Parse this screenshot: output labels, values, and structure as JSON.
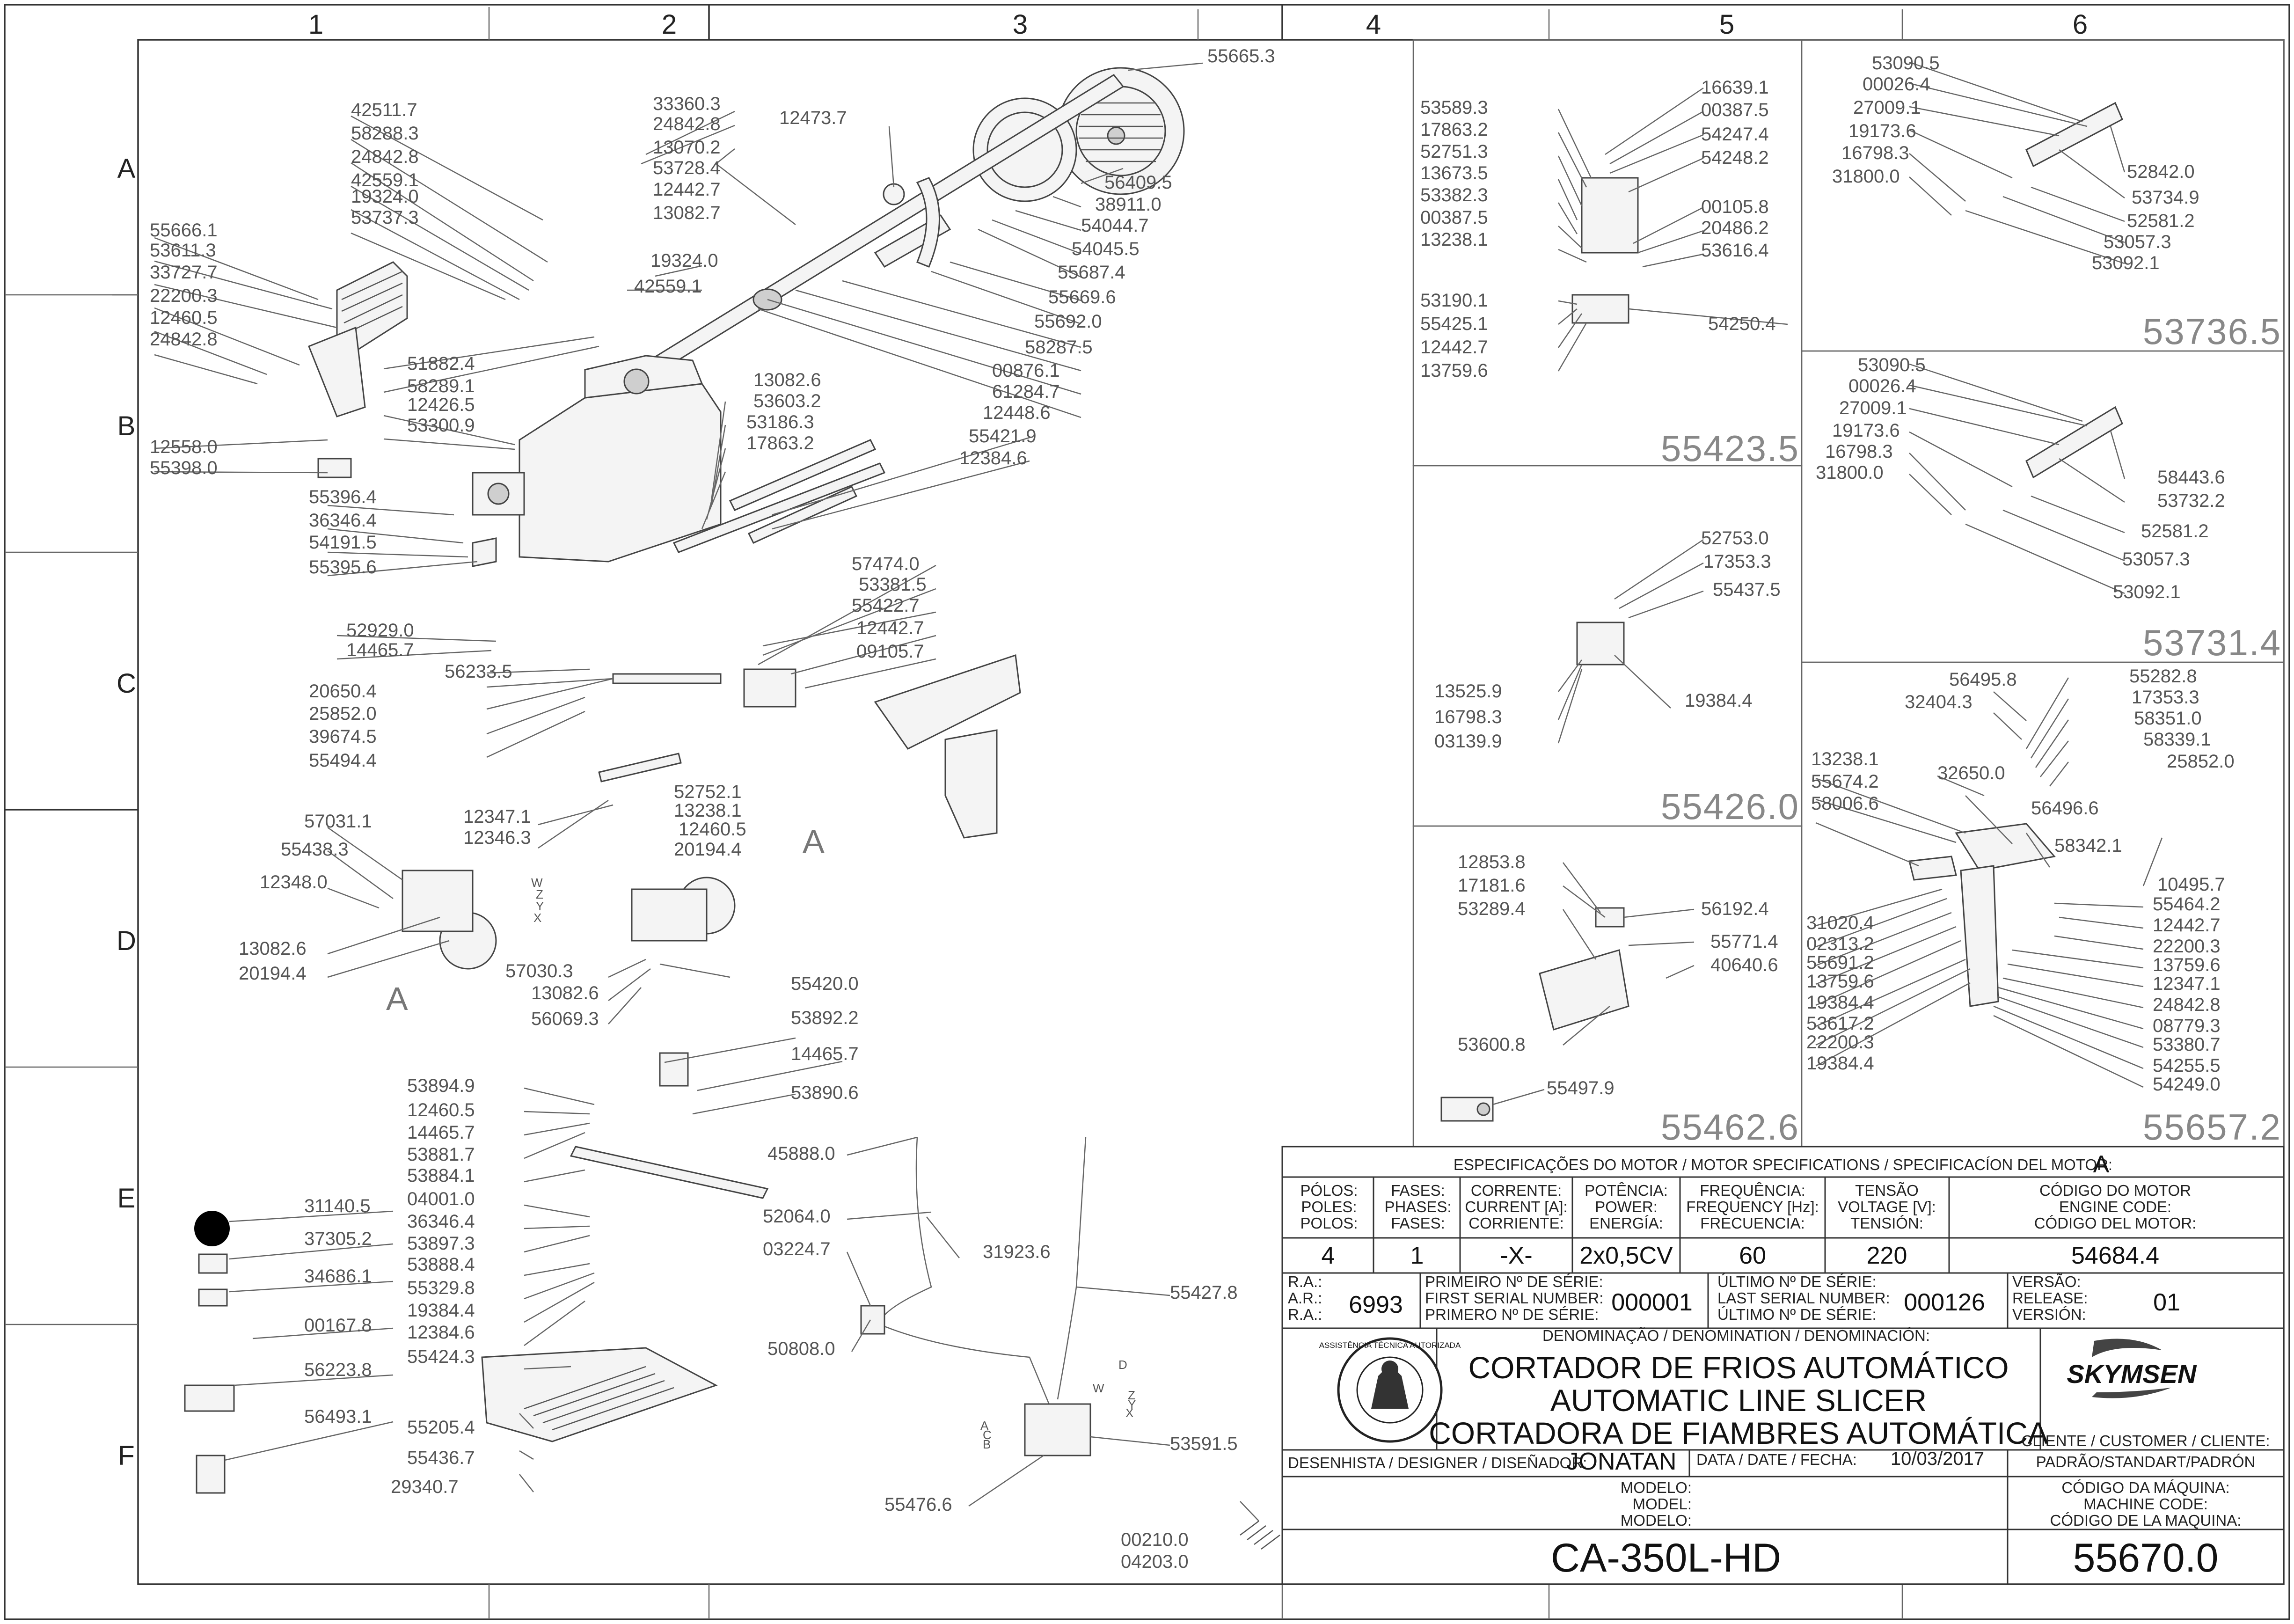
{
  "sheet": {
    "columns": [
      "1",
      "2",
      "3",
      "4",
      "5",
      "6"
    ],
    "rows": [
      "A",
      "B",
      "C",
      "D",
      "E",
      "F"
    ]
  },
  "labels": {
    "main": [
      "55665.3",
      "12473.7",
      "33360.3",
      "24842.8",
      "13070.2",
      "53728.4",
      "12442.7",
      "13082.7",
      "42511.7",
      "58288.3",
      "24842.8",
      "42559.1",
      "19324.0",
      "53737.3",
      "19324.0",
      "42559.1",
      "56409.5",
      "38911.0",
      "54044.7",
      "54045.5",
      "55687.4",
      "55669.6",
      "55692.0",
      "58287.5",
      "00876.1",
      "61284.7",
      "12448.6",
      "55421.9",
      "12384.6",
      "55666.1",
      "53611.3",
      "33727.7",
      "22200.3",
      "12460.5",
      "24842.8",
      "12558.0",
      "55398.0",
      "51882.4",
      "58289.1",
      "12426.5",
      "53300.9",
      "13082.6",
      "53603.2",
      "53186.3",
      "17863.2",
      "55396.4",
      "36346.4",
      "54191.5",
      "55395.6",
      "57474.0",
      "53381.5",
      "55422.7",
      "12442.7",
      "09105.7",
      "52929.0",
      "14465.7",
      "56233.5",
      "20650.4",
      "25852.0",
      "39674.5",
      "55494.4",
      "12347.1",
      "12346.3",
      "52752.1",
      "13238.1",
      "12460.5",
      "20194.4",
      "57031.1",
      "55438.3",
      "12348.0",
      "13082.6",
      "20194.4",
      "57030.3",
      "13082.6",
      "56069.3",
      "55420.0",
      "53892.2",
      "14465.7",
      "53890.6",
      "53894.9",
      "12460.5",
      "14465.7",
      "53881.7",
      "53884.1",
      "04001.0",
      "36346.4",
      "53897.3",
      "53888.4",
      "55329.8",
      "19384.4",
      "12384.6",
      "55424.3",
      "31140.5",
      "37305.2",
      "34686.1",
      "00167.8",
      "56223.8",
      "56493.1",
      "55205.4",
      "55436.7",
      "29340.7",
      "45888.0",
      "52064.0",
      "03224.7",
      "31923.6",
      "55427.8",
      "50808.0",
      "53591.5",
      "55476.6",
      "00210.0",
      "04203.0"
    ],
    "wire_letters": [
      "W",
      "Z",
      "Y",
      "X",
      "W",
      "Z",
      "Y",
      "X",
      "D",
      "C",
      "B",
      "A"
    ],
    "view_a": [
      "A",
      "A"
    ],
    "box_55423": [
      "53589.3",
      "17863.2",
      "52751.3",
      "13673.5",
      "53382.3",
      "00387.5",
      "13238.1",
      "16639.1",
      "00387.5",
      "54247.4",
      "54248.2",
      "00105.8",
      "20486.2",
      "53616.4",
      "53190.1",
      "55425.1",
      "12442.7",
      "13759.6",
      "54250.4"
    ],
    "box_53736": [
      "53090.5",
      "00026.4",
      "27009.1",
      "19173.6",
      "16798.3",
      "31800.0",
      "52842.0",
      "53734.9",
      "52581.2",
      "53057.3",
      "53092.1"
    ],
    "box_53731": [
      "53090.5",
      "00026.4",
      "27009.1",
      "19173.6",
      "16798.3",
      "31800.0",
      "58443.6",
      "53732.2",
      "52581.2",
      "53057.3",
      "53092.1"
    ],
    "box_55426": [
      "52753.0",
      "17353.3",
      "55437.5",
      "13525.9",
      "16798.3",
      "03139.9",
      "19384.4"
    ],
    "box_55657": [
      "56495.8",
      "32404.3",
      "55282.8",
      "17353.3",
      "58351.0",
      "58339.1",
      "25852.0",
      "32650.0",
      "13238.1",
      "55674.2",
      "58006.6",
      "56496.6",
      "58342.1",
      "10495.7",
      "31020.4",
      "02313.2",
      "55691.2",
      "13759.6",
      "19384.4",
      "53617.2",
      "22200.3",
      "19384.4",
      "55464.2",
      "12442.7",
      "22200.3",
      "13759.6",
      "12347.1",
      "24842.8",
      "08779.3",
      "53380.7",
      "54255.5",
      "54249.0"
    ],
    "box_55462": [
      "12853.8",
      "17181.6",
      "53289.4",
      "56192.4",
      "55771.4",
      "40640.6",
      "53600.8",
      "55497.9"
    ]
  },
  "box_titles": {
    "b55423": "55423.5",
    "b53736": "53736.5",
    "b53731": "53731.4",
    "b55426": "55426.0",
    "b55657": "55657.2",
    "b55462": "55462.6"
  },
  "title_block": {
    "motor_header": "ESPECIFICAÇÕES DO MOTOR / MOTOR SPECIFICATIONS / SPECIFICACÍON DEL MOTOR:",
    "motor_version": "A",
    "col_polos": [
      "PÓLOS:",
      "POLES:",
      "POLOS:"
    ],
    "col_fases": [
      "FASES:",
      "PHASES:",
      "FASES:"
    ],
    "col_corrente": [
      "CORRENTE:",
      "CURRENT [A]:",
      "CORRIENTE:"
    ],
    "col_potencia": [
      "POTÊNCIA:",
      "POWER:",
      "ENERGÍA:"
    ],
    "col_frequencia": [
      "FREQUÊNCIA:",
      "FREQUENCY [Hz]:",
      "FRECUENCIA:"
    ],
    "col_tensao": [
      "TENSÃO",
      "VOLTAGE [V]:",
      "TENSIÓN:"
    ],
    "col_codigo_motor": [
      "CÓDIGO DO MOTOR",
      "ENGINE CODE:",
      "CÓDIGO DEL MOTOR:"
    ],
    "val_polos": "4",
    "val_fases": "1",
    "val_corrente": "-X-",
    "val_potencia": "2x0,5CV",
    "val_frequencia": "60",
    "val_tensao": "220",
    "val_codigo_motor": "54684.4",
    "ra_labels": [
      "R.A.:",
      "A.R.:",
      "R.A.:"
    ],
    "ra_value": "6993",
    "first_serial_labels": [
      "PRIMEIRO Nº DE SÉRIE:",
      "FIRST SERIAL NUMBER:",
      "PRIMERO Nº DE SÉRIE:"
    ],
    "first_serial": "000001",
    "last_serial_labels": [
      "ÚLTIMO Nº DE SÉRIE:",
      "LAST SERIAL NUMBER:",
      "ÚLTIMO Nº DE SÉRIE:"
    ],
    "last_serial": "000126",
    "version_labels": [
      "VERSÃO:",
      "RELEASE:",
      "VERSIÓN:"
    ],
    "version": "01",
    "denomination_header": "DENOMINAÇÃO / DENOMINATION / DENOMINACIÓN:",
    "name_pt": "CORTADOR DE FRIOS AUTOMÁTICO",
    "name_en": "AUTOMATIC LINE SLICER",
    "name_es": "CORTADORA DE FIAMBRES AUTOMÁTICA",
    "seal_text": "ASSISTÊNCIA TÉCNICA AUTORIZADA",
    "brand": "SKYMSEN",
    "designer_label": "DESENHISTA / DESIGNER / DISEÑADOR:",
    "designer": "JONATAN",
    "date_label": "DATA / DATE / FECHA:",
    "date": "10/03/2017",
    "client_label": "CLIENTE / CUSTOMER / CLIENTE:",
    "client": "PADRÃO/STANDART/PADRÓN",
    "model_labels": [
      "MODELO:",
      "MODEL:",
      "MODELO:"
    ],
    "machine_code_labels": [
      "CÓDIGO DA MÁQUINA:",
      "MACHINE CODE:",
      "CÓDIGO DE LA MAQUINA:"
    ],
    "model": "CA-350L-HD",
    "machine_code": "55670.0"
  }
}
